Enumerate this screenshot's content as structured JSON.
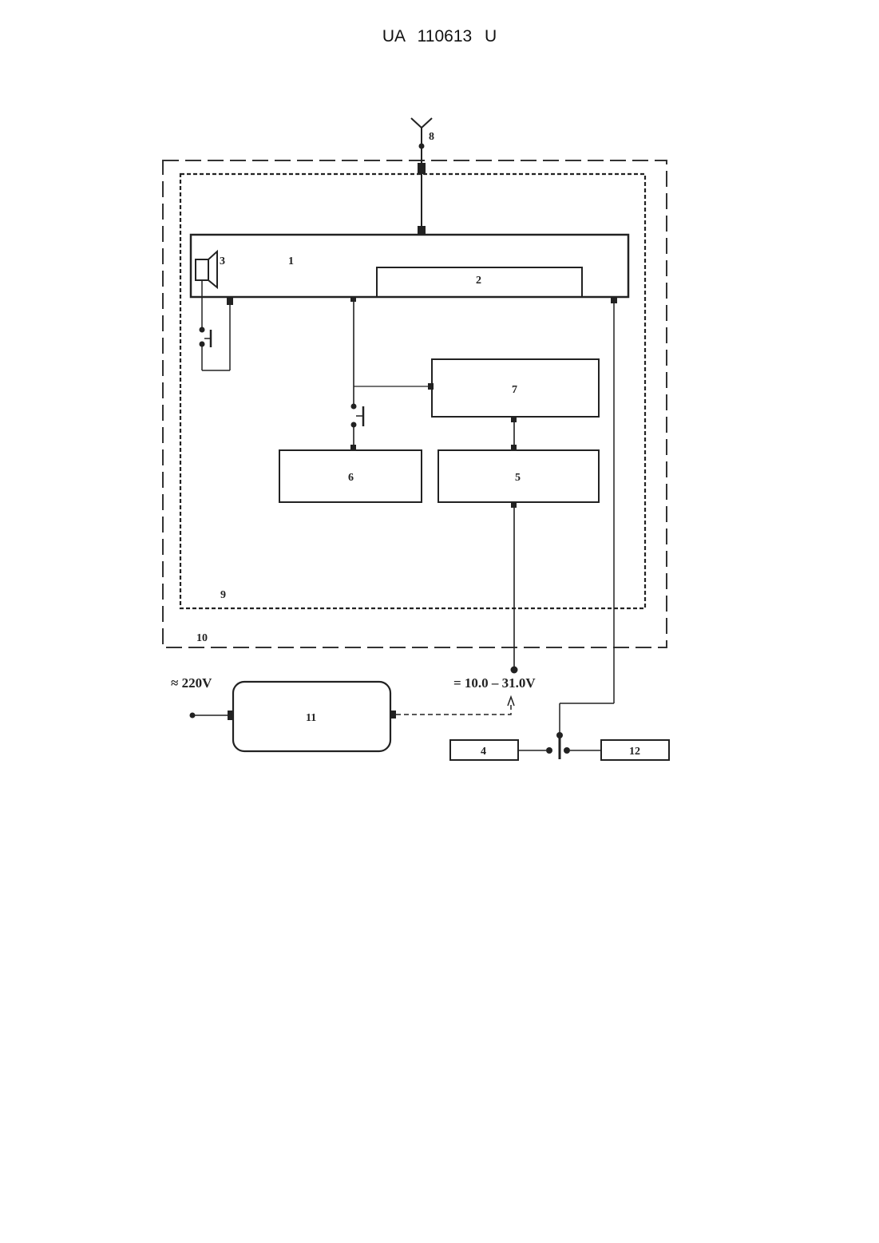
{
  "header": {
    "doc_id": "UA   110613   U"
  },
  "labels": {
    "unit_1": "1",
    "unit_2": "2",
    "unit_3": "3",
    "unit_4": "4",
    "unit_5": "5",
    "unit_6": "6",
    "unit_7": "7",
    "unit_8": "8",
    "unit_9": "9",
    "unit_10": "10",
    "unit_11": "11",
    "unit_12": "12"
  },
  "power": {
    "ac": "≈ 220V",
    "dc": "= 10.0 – 31.0V"
  }
}
